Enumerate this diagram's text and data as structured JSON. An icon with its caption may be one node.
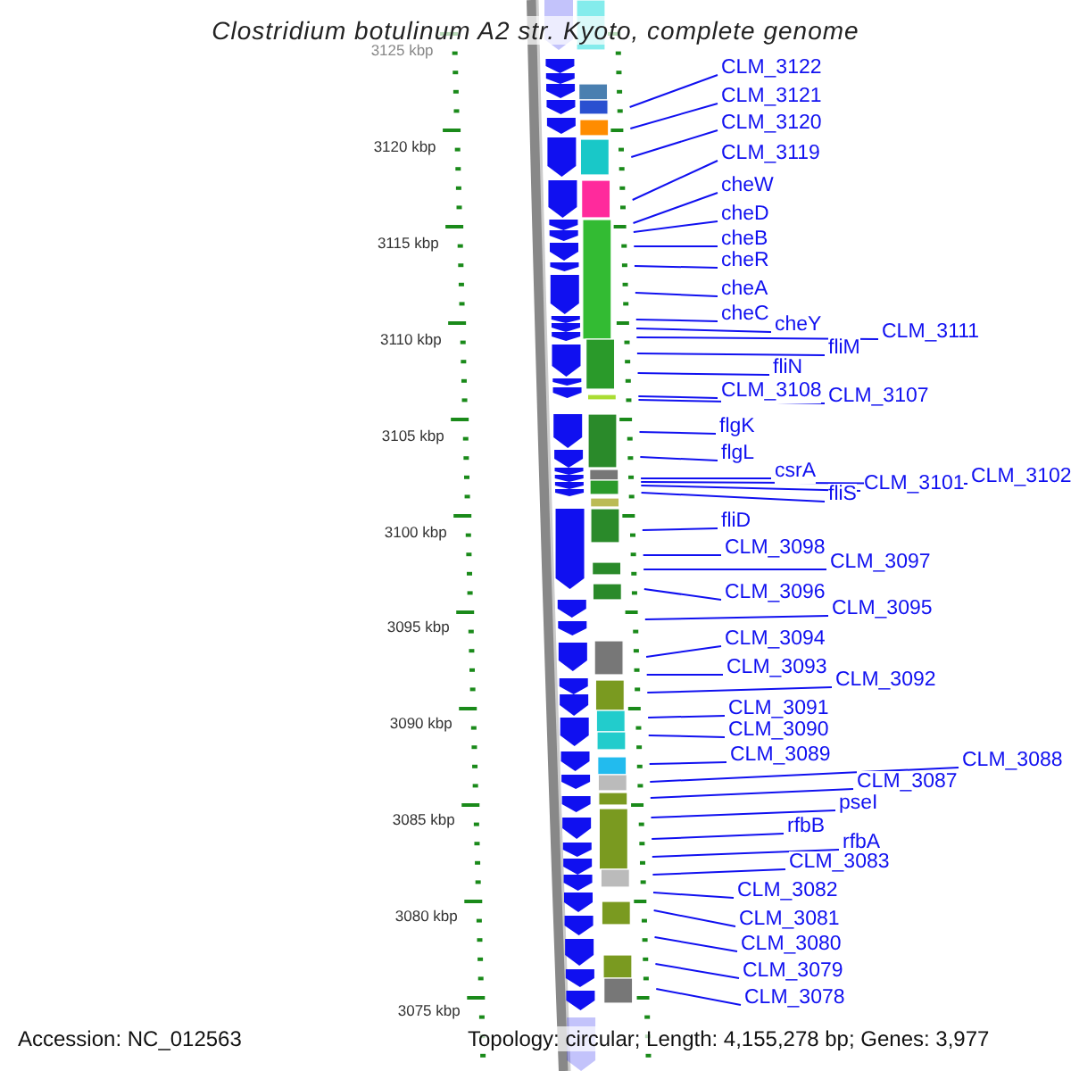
{
  "diagram": {
    "title": "Clostridium botulinum A2 str. Kyoto, complete genome",
    "nodes": [
      {
        "text": [
          "CLM_3122"
        ]
      },
      {
        "text": [
          "CLM_3121"
        ]
      },
      {
        "text": [
          "CLM_3120"
        ]
      },
      {
        "text": [
          "CLM_3119"
        ]
      },
      {
        "text": [
          "cheW"
        ]
      },
      {
        "text": [
          "cheD"
        ]
      },
      {
        "text": [
          "cheB"
        ]
      },
      {
        "text": [
          "cheR"
        ]
      },
      {
        "text": [
          "cheA"
        ]
      },
      {
        "text": [
          "cheC"
        ]
      },
      {
        "text": [
          "cheY"
        ]
      },
      {
        "text": [
          "CLM_3111"
        ]
      },
      {
        "text": [
          "fliM"
        ]
      },
      {
        "text": [
          "fliN"
        ]
      },
      {
        "text": [
          "CLM_3108"
        ]
      },
      {
        "text": [
          "CLM_3107"
        ]
      },
      {
        "text": [
          "flgK"
        ]
      },
      {
        "text": [
          "flgL"
        ]
      },
      {
        "text": [
          "csrA"
        ]
      },
      {
        "text": [
          "CLM_3101"
        ]
      },
      {
        "text": [
          "CLM_3102"
        ]
      },
      {
        "text": [
          "fliS"
        ]
      },
      {
        "text": [
          "fliD"
        ]
      },
      {
        "text": [
          "CLM_3098"
        ]
      },
      {
        "text": [
          "CLM_3097"
        ]
      },
      {
        "text": [
          "CLM_3096"
        ]
      },
      {
        "text": [
          "CLM_3095"
        ]
      },
      {
        "text": [
          "CLM_3094"
        ]
      },
      {
        "text": [
          "CLM_3093"
        ]
      },
      {
        "text": [
          "CLM_3092"
        ]
      },
      {
        "text": [
          "CLM_3091"
        ]
      },
      {
        "text": [
          "CLM_3090"
        ]
      },
      {
        "text": [
          "CLM_3089"
        ]
      },
      {
        "text": [
          "CLM_3088"
        ]
      },
      {
        "text": [
          "CLM_3087"
        ]
      },
      {
        "text": [
          "pseI"
        ]
      },
      {
        "text": [
          "rfbB"
        ]
      },
      {
        "text": [
          "rfbA"
        ]
      },
      {
        "text": [
          "CLM_3083"
        ]
      },
      {
        "text": [
          "CLM_3082"
        ]
      },
      {
        "text": [
          "CLM_3081"
        ]
      },
      {
        "text": [
          "CLM_3080"
        ]
      },
      {
        "text": [
          "CLM_3079"
        ]
      },
      {
        "text": [
          "CLM_3078"
        ]
      }
    ],
    "edges": [
      {
        "from": 0,
        "to": null,
        "arrow": "none"
      },
      {
        "from": 1,
        "to": null,
        "arrow": "none"
      },
      {
        "from": 2,
        "to": null,
        "arrow": "none"
      },
      {
        "from": 3,
        "to": null,
        "arrow": "none"
      },
      {
        "from": 4,
        "to": null,
        "arrow": "none"
      },
      {
        "from": 5,
        "to": null,
        "arrow": "none"
      },
      {
        "from": 6,
        "to": null,
        "arrow": "none"
      },
      {
        "from": 7,
        "to": null,
        "arrow": "none"
      },
      {
        "from": 8,
        "to": null,
        "arrow": "none"
      },
      {
        "from": 9,
        "to": null,
        "arrow": "none"
      },
      {
        "from": 10,
        "to": null,
        "arrow": "none"
      },
      {
        "from": 11,
        "to": null,
        "arrow": "none"
      },
      {
        "from": 12,
        "to": null,
        "arrow": "none"
      },
      {
        "from": 13,
        "to": null,
        "arrow": "none"
      },
      {
        "from": 14,
        "to": null,
        "arrow": "none"
      },
      {
        "from": 15,
        "to": null,
        "arrow": "none"
      },
      {
        "from": 16,
        "to": null,
        "arrow": "none"
      },
      {
        "from": 17,
        "to": null,
        "arrow": "none"
      },
      {
        "from": 18,
        "to": null,
        "arrow": "none"
      },
      {
        "from": 19,
        "to": null,
        "arrow": "none"
      },
      {
        "from": 20,
        "to": null,
        "arrow": "none"
      },
      {
        "from": 21,
        "to": null,
        "arrow": "none"
      },
      {
        "from": 22,
        "to": null,
        "arrow": "none"
      },
      {
        "from": 23,
        "to": null,
        "arrow": "none"
      },
      {
        "from": 24,
        "to": null,
        "arrow": "none"
      },
      {
        "from": 25,
        "to": null,
        "arrow": "none"
      },
      {
        "from": 26,
        "to": null,
        "arrow": "none"
      },
      {
        "from": 27,
        "to": null,
        "arrow": "none"
      },
      {
        "from": 28,
        "to": null,
        "arrow": "none"
      },
      {
        "from": 29,
        "to": null,
        "arrow": "none"
      },
      {
        "from": 30,
        "to": null,
        "arrow": "none"
      },
      {
        "from": 31,
        "to": null,
        "arrow": "none"
      },
      {
        "from": 32,
        "to": null,
        "arrow": "none"
      },
      {
        "from": 33,
        "to": null,
        "arrow": "none"
      },
      {
        "from": 34,
        "to": null,
        "arrow": "none"
      },
      {
        "from": 35,
        "to": null,
        "arrow": "none"
      },
      {
        "from": 36,
        "to": null,
        "arrow": "none"
      },
      {
        "from": 37,
        "to": null,
        "arrow": "none"
      },
      {
        "from": 38,
        "to": null,
        "arrow": "none"
      },
      {
        "from": 39,
        "to": null,
        "arrow": "none"
      },
      {
        "from": 40,
        "to": null,
        "arrow": "none"
      },
      {
        "from": 41,
        "to": null,
        "arrow": "none"
      },
      {
        "from": 42,
        "to": null,
        "arrow": "none"
      },
      {
        "from": 43,
        "to": null,
        "arrow": "none"
      }
    ],
    "labels": [
      "3125 kbp",
      "3120 kbp",
      "3115 kbp",
      "3110 kbp",
      "3105 kbp",
      "3100 kbp",
      "3095 kbp",
      "3090 kbp",
      "3085 kbp",
      "3080 kbp",
      "3075 kbp",
      "Accession: NC_012563",
      "Topology: circular; Length: 4,155,278 bp; Genes: 3,977"
    ]
  }
}
